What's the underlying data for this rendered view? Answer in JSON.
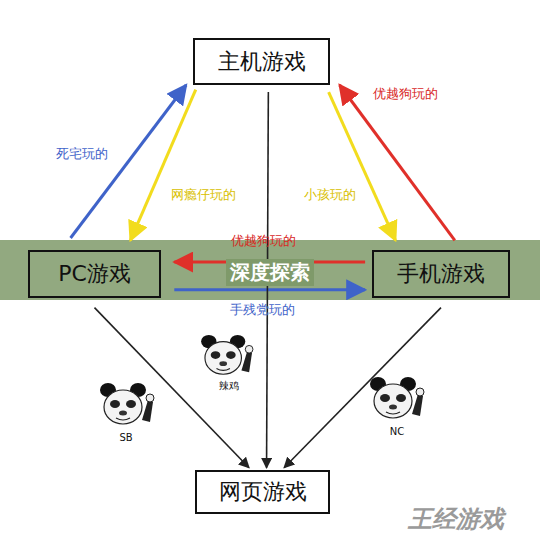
{
  "diagram": {
    "nodes": [
      {
        "text": [
          "主机游戏"
        ]
      },
      {
        "text": [
          "PC游戏"
        ]
      },
      {
        "text": [
          "手机游戏"
        ]
      },
      {
        "text": [
          "网页游戏"
        ]
      }
    ],
    "edges": [
      {
        "from": 1,
        "to": 0,
        "arrow": "to",
        "label": "死宅玩的"
      },
      {
        "from": 0,
        "to": 1,
        "arrow": "to",
        "label": "网瘾仔玩的"
      },
      {
        "from": 2,
        "to": 0,
        "arrow": "to",
        "label": "优越狗玩的"
      },
      {
        "from": 0,
        "to": 2,
        "arrow": "to",
        "label": "小孩玩的"
      },
      {
        "from": 2,
        "to": 1,
        "arrow": "to",
        "label": "优越狗玩的"
      },
      {
        "from": 1,
        "to": 2,
        "arrow": "to",
        "label": "手残党玩的"
      },
      {
        "from": 0,
        "to": 3,
        "arrow": "to"
      },
      {
        "from": 1,
        "to": 3,
        "arrow": "to"
      },
      {
        "from": 2,
        "to": 3,
        "arrow": "to"
      }
    ],
    "labels": [
      "深度探索",
      "辣鸡",
      "SB",
      "NC",
      "王经游戏"
    ]
  }
}
